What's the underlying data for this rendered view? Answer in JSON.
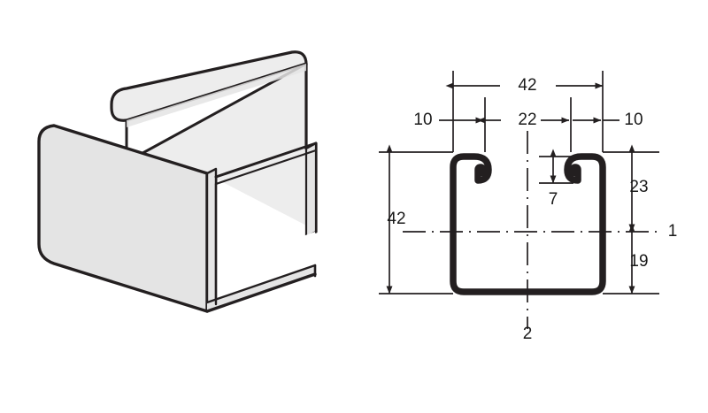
{
  "figure": {
    "title": "Strut channel profile",
    "units": "mm",
    "background_color": "#ffffff",
    "line_color": "#231f20",
    "fill_color": "#e4e4e4",
    "fill_color_shaded": "#ededed",
    "text_color": "#1a1a1a"
  },
  "views": {
    "isometric": {
      "name": "isometric-channel-view",
      "description": "3D isometric view of open C-section strut channel with inward returning lips"
    },
    "cross_section": {
      "name": "cross-section-view",
      "description": "Front cross-section of the channel with dimensions"
    }
  },
  "dimensions": {
    "overall_width": "42",
    "overall_height": "42",
    "lip_left": "10",
    "slot_opening": "22",
    "lip_right": "10",
    "lip_return_height": "7",
    "upper_height": "23",
    "lower_height": "19"
  },
  "callouts": {
    "horizontal_centerline": "1",
    "vertical_centerline": "2"
  }
}
